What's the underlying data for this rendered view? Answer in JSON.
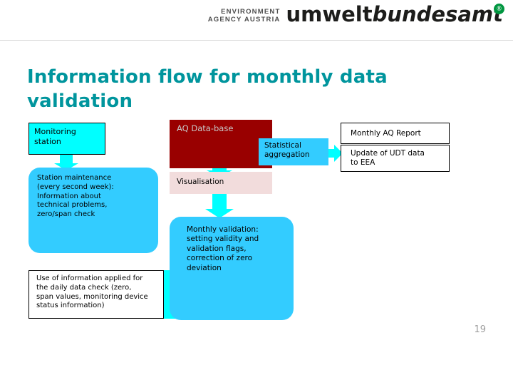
{
  "header": {
    "logo": {
      "line1": "ENVIRONMENT",
      "line2": "AGENCY AUSTRIA",
      "word_bold": "umwelt",
      "word_italic": "bundesamt",
      "registered_mark": "®"
    }
  },
  "slide": {
    "title": "Information flow for monthly data validation",
    "page_number": "19"
  },
  "diagram": {
    "boxes": {
      "monitoring_station": "Monitoring\nstation",
      "aq_database": "AQ Data-base",
      "statistical_aggregation": "Statistical\naggregation",
      "monthly_report": "Monthly AQ Report",
      "update_udt": "Update of UDT data\nto EEA",
      "station_maintenance": "Station maintenance\n(every second week):\nInformation about\ntechnical problems,\nzero/span check",
      "visualisation": "Visualisation",
      "monthly_validation": "Monthly validation:\nsetting validity and\nvalidation flags,\ncorrection of zero\ndeviation",
      "use_of_information": "Use of information applied for\nthe daily data check (zero,\nspan values, monitoring device\nstatus information)"
    },
    "colors": {
      "title_teal": "#00959d",
      "cyan": "#00ffff",
      "light_blue": "#33ccff",
      "dark_red": "#990000",
      "pink": "#f2dcdc",
      "logo_green": "#009640"
    }
  }
}
